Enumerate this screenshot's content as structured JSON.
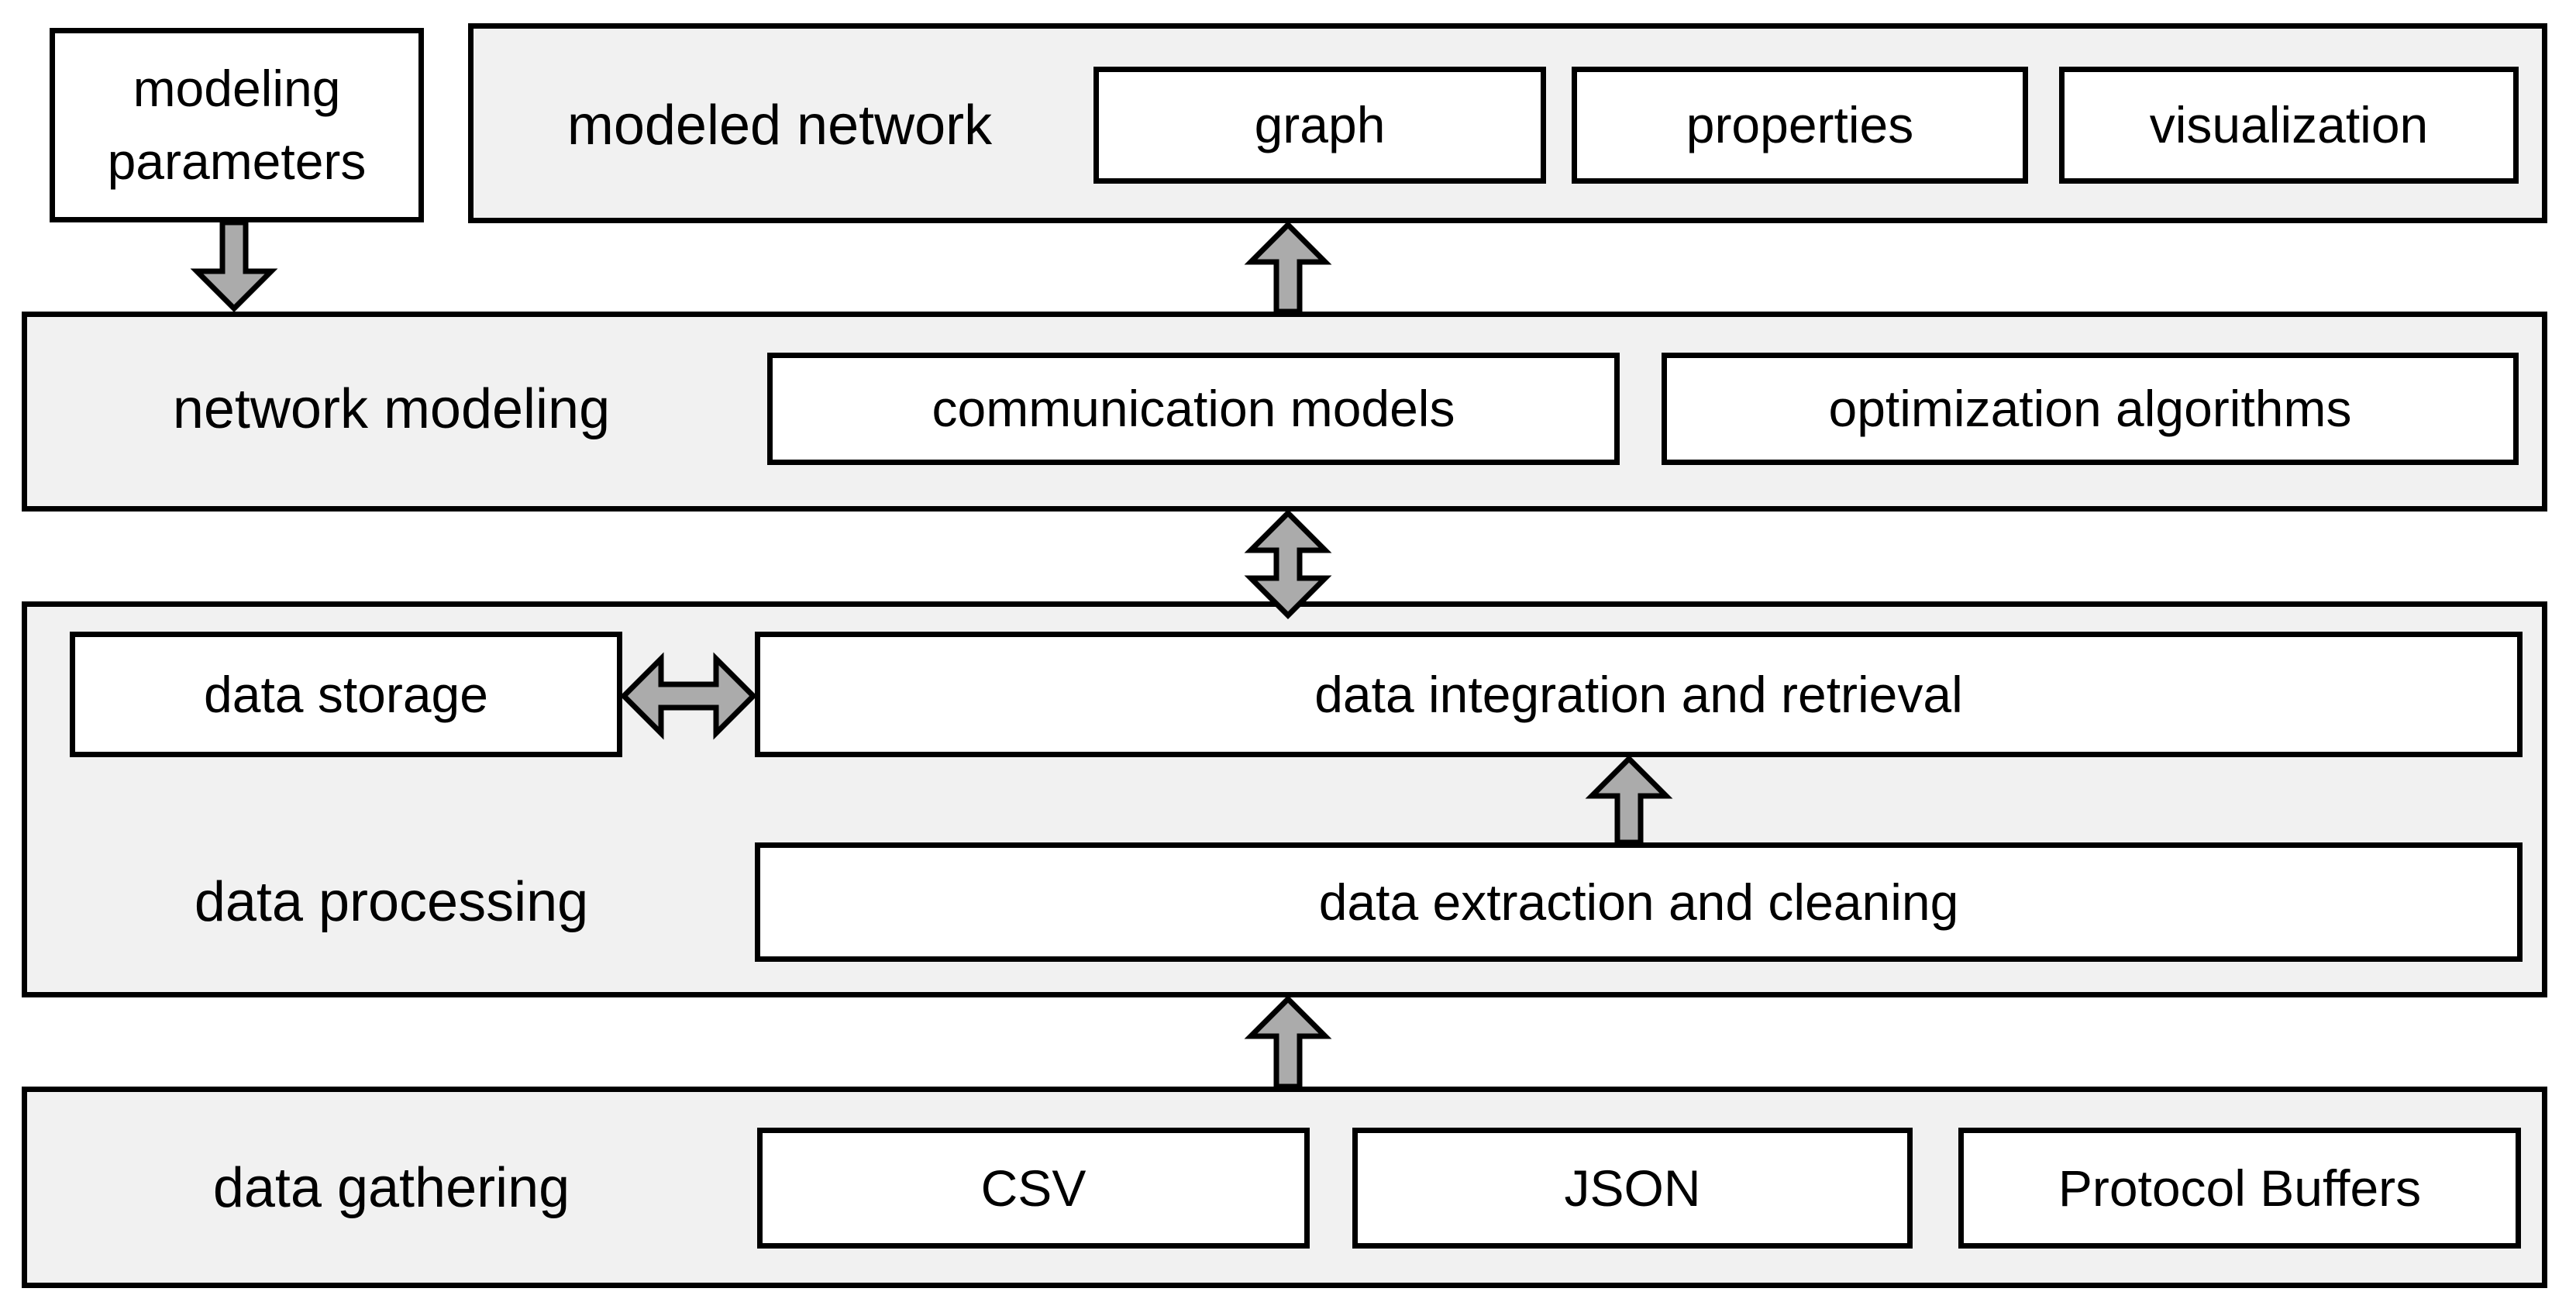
{
  "colors": {
    "background": "#ffffff",
    "layer_fill": "#f1f1f1",
    "box_fill": "#ffffff",
    "border": "#000000",
    "arrow_fill": "#ababab",
    "text": "#000000"
  },
  "standalone": {
    "modeling_parameters": {
      "label": "modeling parameters",
      "line1": "modeling",
      "line2": "parameters"
    }
  },
  "layers": {
    "modeled_network": {
      "label": "modeled network",
      "boxes": [
        "graph",
        "properties",
        "visualization"
      ]
    },
    "network_modeling": {
      "label": "network modeling",
      "boxes": [
        "communication models",
        "optimization algorithms"
      ]
    },
    "data_processing": {
      "label": "data processing",
      "boxes": [
        "data storage",
        "data integration and retrieval",
        "data extraction and cleaning"
      ]
    },
    "data_gathering": {
      "label": "data gathering",
      "boxes": [
        "CSV",
        "JSON",
        "Protocol Buffers"
      ]
    }
  },
  "arrows": [
    {
      "from": "modeling parameters",
      "to": "network modeling",
      "direction": "down",
      "bidirectional": false
    },
    {
      "from": "network modeling",
      "to": "modeled network",
      "direction": "up",
      "bidirectional": false
    },
    {
      "from": "network modeling",
      "to": "data processing",
      "direction": "vertical",
      "bidirectional": true
    },
    {
      "from": "data storage",
      "to": "data integration and retrieval",
      "direction": "horizontal",
      "bidirectional": true
    },
    {
      "from": "data extraction and cleaning",
      "to": "data integration and retrieval",
      "direction": "up",
      "bidirectional": false
    },
    {
      "from": "data gathering",
      "to": "data extraction and cleaning",
      "direction": "up",
      "bidirectional": false
    }
  ]
}
